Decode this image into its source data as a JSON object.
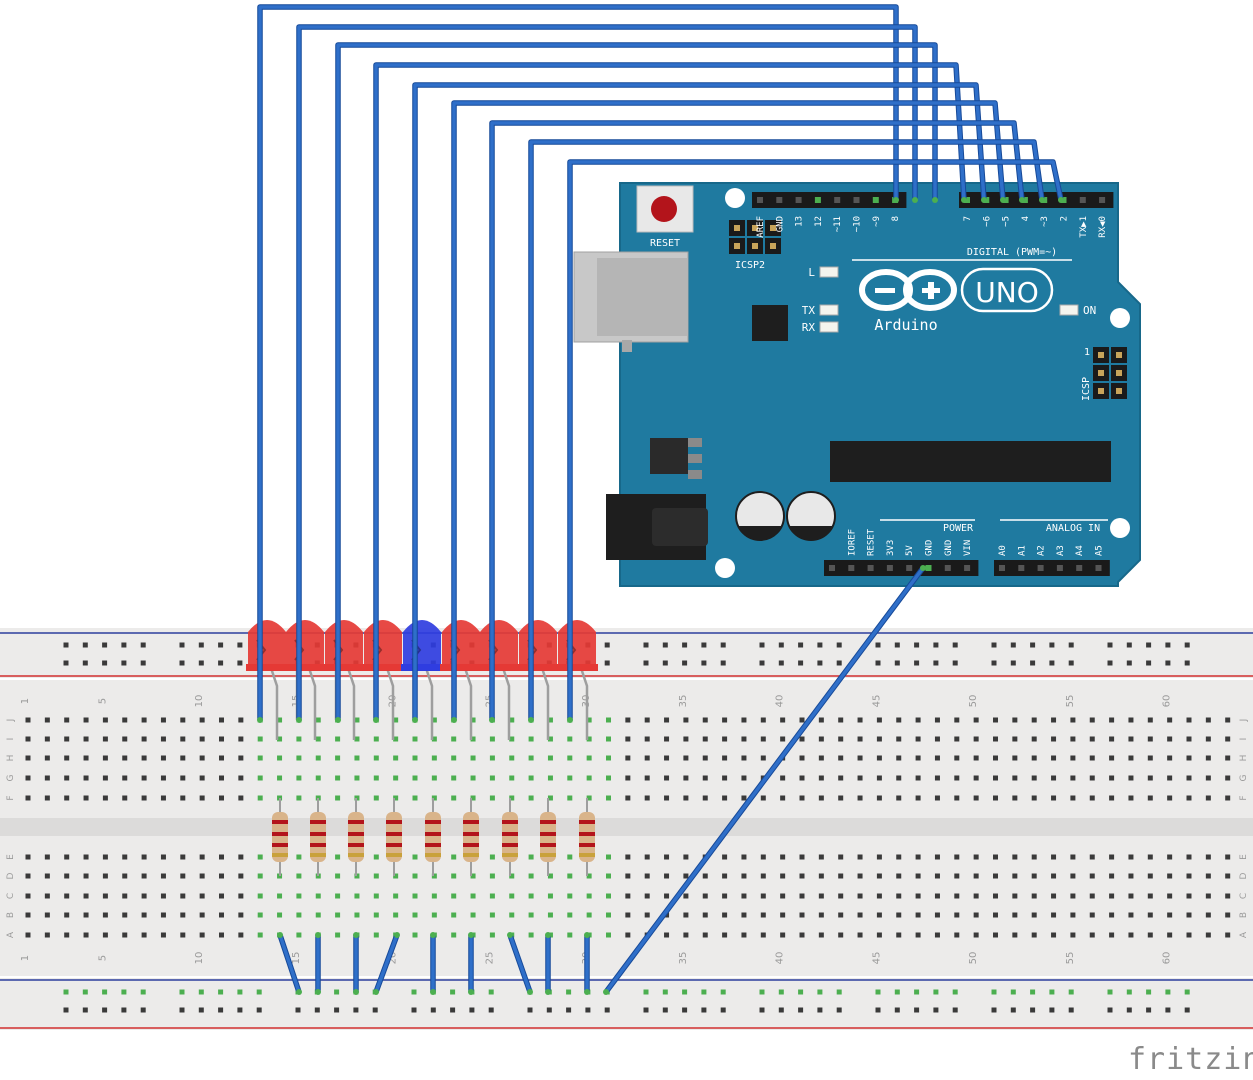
{
  "watermark": "fritzing",
  "arduino": {
    "reset_label": "RESET",
    "icsp2_label": "ICSP2",
    "icsp_label": "ICSP",
    "icsp_pin1": "1",
    "l_label": "L",
    "tx_label": "TX",
    "rx_label": "RX",
    "on_label": "ON",
    "brand": "Arduino",
    "uno": "UNO",
    "digital_label": "DIGITAL (PWM=~)",
    "power_label": "POWER",
    "analog_label": "ANALOG IN",
    "digital_left_pins": [
      "AREF",
      "GND",
      "13",
      "12",
      "~11",
      "~10",
      "~9",
      "8"
    ],
    "digital_right_pins": [
      "7",
      "~6",
      "~5",
      "4",
      "~3",
      "2",
      "TX▶1",
      "RX◀0"
    ],
    "power_pins": [
      "IOREF",
      "RESET",
      "3V3",
      "5V",
      "GND",
      "GND",
      "VIN"
    ],
    "analog_pins": [
      "A0",
      "A1",
      "A2",
      "A3",
      "A4",
      "A5"
    ],
    "colors": {
      "board": "#1f7aa0",
      "board_edge": "#17688a",
      "header": "#1a1a1a",
      "silk": "#ffffff"
    }
  },
  "breadboard": {
    "column_labels_top": [
      "1",
      "5",
      "10",
      "15",
      "20",
      "25",
      "30",
      "35",
      "40",
      "45",
      "50",
      "55",
      "60"
    ],
    "column_labels_bottom": [
      "1",
      "5",
      "10",
      "15",
      "20",
      "25",
      "30",
      "35",
      "40",
      "45",
      "50",
      "55",
      "60"
    ],
    "row_labels_top": [
      "J",
      "I",
      "H",
      "G",
      "F"
    ],
    "row_labels_bottom": [
      "E",
      "D",
      "C",
      "B",
      "A"
    ],
    "colors": {
      "body": "#ecebea",
      "hole": "#3a3a3a",
      "active": "#4caf50",
      "rail_red": "#d23030",
      "rail_blue": "#2c3e9c"
    }
  },
  "circuit": {
    "led_colors": [
      "red",
      "red",
      "red",
      "red",
      "blue",
      "red",
      "red",
      "red",
      "red"
    ],
    "wire_pins": [
      "~10",
      "~9",
      "8",
      "7",
      "~6",
      "~5",
      "4",
      "~3",
      "2"
    ],
    "ground_pin": "GND",
    "colors": {
      "wire": "#2f6fc9",
      "led_red": "#e53935",
      "led_blue": "#2f3de0"
    }
  }
}
